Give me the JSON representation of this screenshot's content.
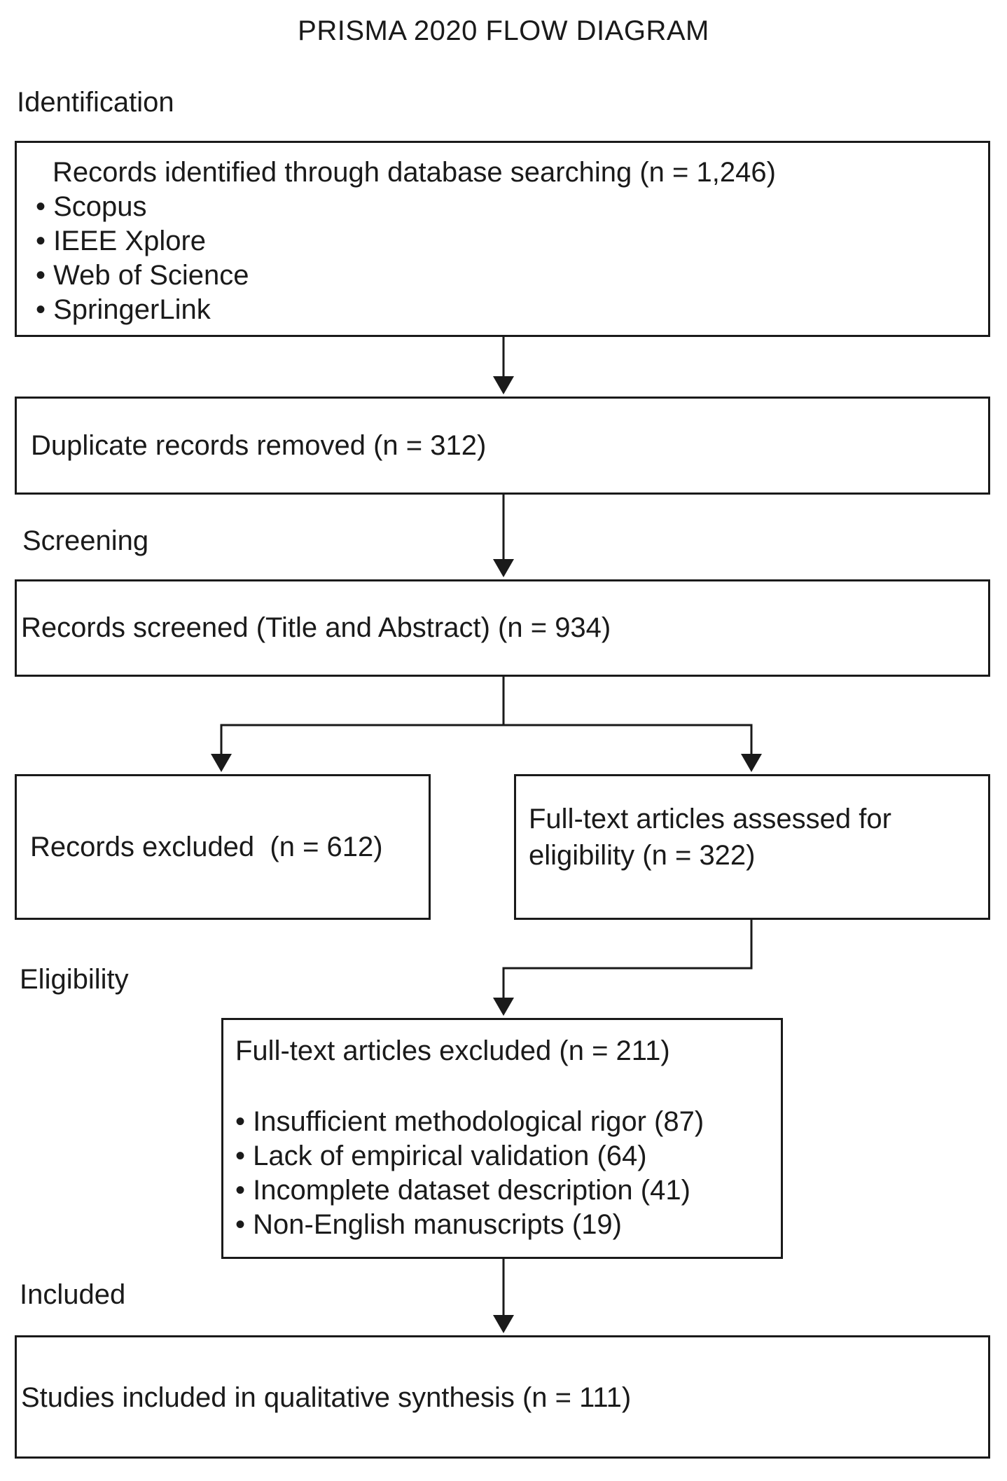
{
  "title": "PRISMA 2020 FLOW DIAGRAM",
  "stages": {
    "identification": "Identification",
    "screening": "Screening",
    "eligibility": "Eligibility",
    "included": "Included"
  },
  "boxes": {
    "identified": {
      "text": "Records identified through database searching (n = 1,246)",
      "sources": [
        "Scopus",
        "IEEE Xplore",
        "Web of Science",
        "SpringerLink"
      ]
    },
    "duplicates": {
      "text": "Duplicate records removed (n = 312)"
    },
    "screened": {
      "text": "Records screened (Title and Abstract) (n = 934)"
    },
    "excluded": {
      "text": "Records excluded  (n = 612)"
    },
    "fulltext_assessed": {
      "line1": "Full-text articles assessed for",
      "line2": "eligibility (n = 322)"
    },
    "fulltext_excluded": {
      "text": "Full-text articles excluded (n = 211)",
      "reasons": [
        "Insufficient methodological rigor (87)",
        "Lack of empirical validation (64)",
        "Incomplete dataset description (41)",
        "Non-English manuscripts (19)"
      ]
    },
    "included": {
      "text": "Studies included in qualitative synthesis (n = 111)"
    }
  }
}
